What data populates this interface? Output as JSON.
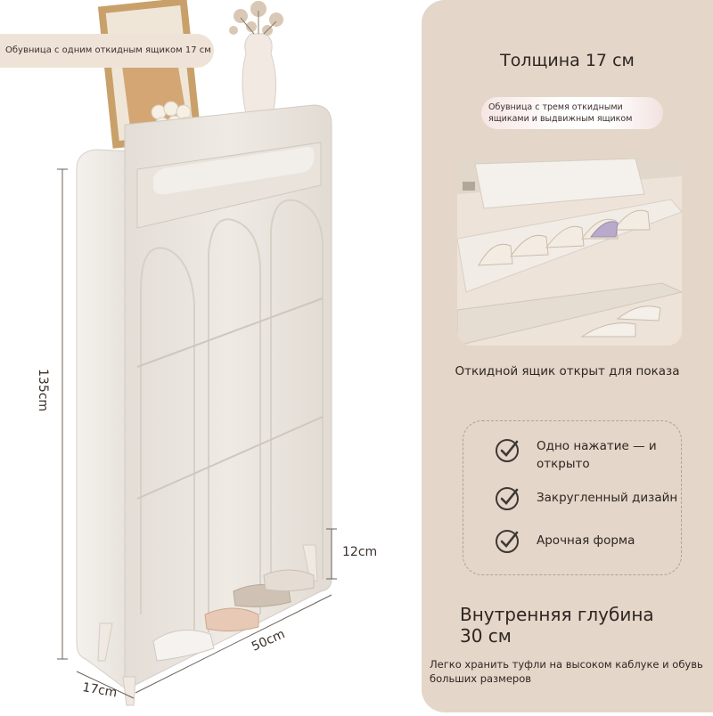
{
  "top_tag": "Обувница с одним откидным ящиком 17 см",
  "panel": {
    "title": "Толщина 17 см",
    "pill_line1": "Обувница с тремя откидными",
    "pill_line2": "ящиками и выдвижным ящиком",
    "caption": "Откидной ящик открыт для показа",
    "features": [
      {
        "label": "Одно нажатие — и открыто"
      },
      {
        "label": "Закругленный дизайн"
      },
      {
        "label": "Арочная форма"
      }
    ],
    "depth_title_line1": "Внутренняя глубина",
    "depth_title_line2": "30 см",
    "depth_text": "Легко хранить туфли на высоком каблуке и обувь больших размеров"
  },
  "dimensions": {
    "height": "135cm",
    "leg_height": "12cm",
    "width": "50cm",
    "depth": "17cm"
  },
  "colors": {
    "panel_bg": "#e4d6c8",
    "cabinet": "#ece7e1",
    "check": "#3f3833"
  }
}
